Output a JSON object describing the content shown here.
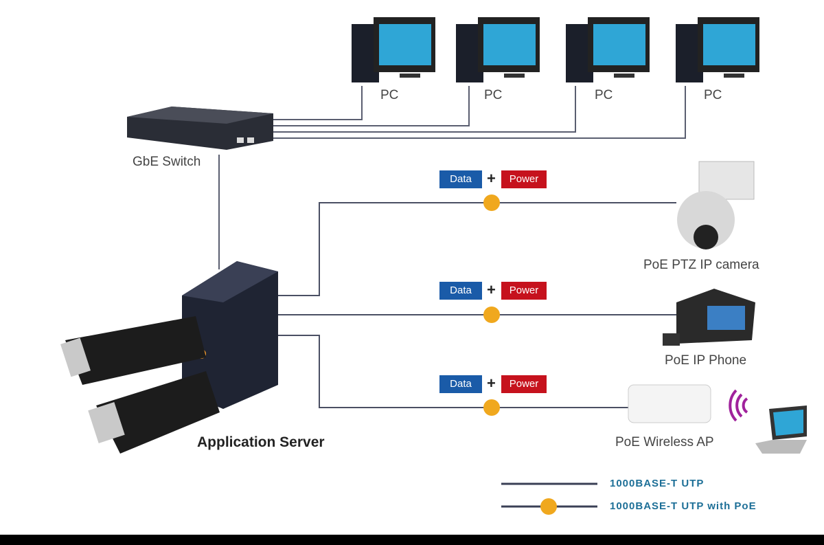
{
  "devices": {
    "pcs": [
      "PC",
      "PC",
      "PC",
      "PC"
    ],
    "switch": "GbE Switch",
    "server": "Application Server",
    "camera": "PoE PTZ IP camera",
    "phone": "PoE IP Phone",
    "ap": "PoE Wireless AP"
  },
  "poe_links": [
    {
      "data": "Data",
      "power": "Power",
      "plus": "+",
      "badge": "PoE"
    },
    {
      "data": "Data",
      "power": "Power",
      "plus": "+",
      "badge": "PoE"
    },
    {
      "data": "Data",
      "power": "Power",
      "plus": "+",
      "badge": "PoE"
    }
  ],
  "legend": {
    "utp": "1000BASE-T UTP",
    "utp_poe": "1000BASE-T UTP with PoE"
  },
  "colors": {
    "data": "#1a5ba8",
    "power": "#c6121d",
    "poe_badge": "#f0a81e",
    "line": "#4a4f63",
    "legend_text": "#1d6f97"
  }
}
